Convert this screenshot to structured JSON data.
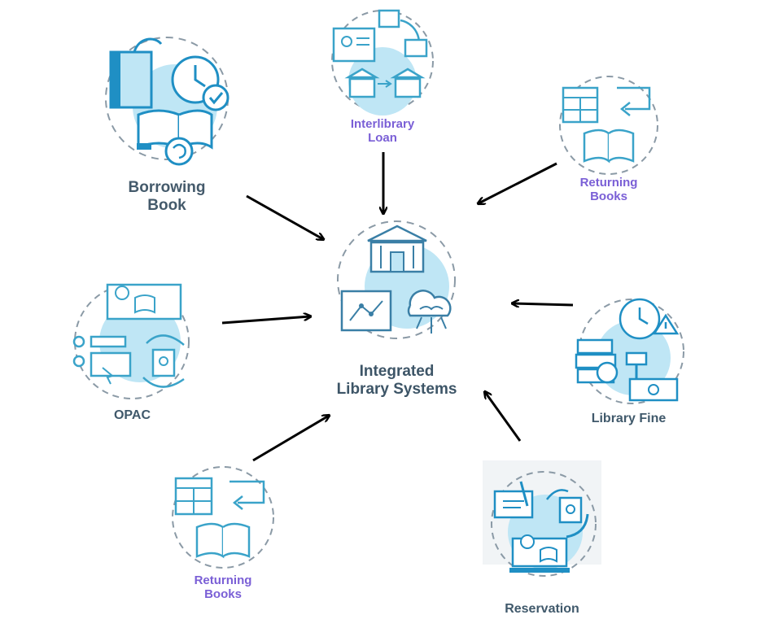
{
  "diagram": {
    "center": {
      "label": "Integrated\nLibrary Systems"
    },
    "nodes": [
      {
        "id": "borrowing-book",
        "label": "Borrowing\nBook"
      },
      {
        "id": "interlibrary-loan",
        "label": "Interlibrary\nLoan"
      },
      {
        "id": "returning-books-top",
        "label": "Returning\nBooks"
      },
      {
        "id": "opac",
        "label": "OPAC"
      },
      {
        "id": "library-fine",
        "label": "Library Fine"
      },
      {
        "id": "returning-books-bottom",
        "label": "Returning\nBooks"
      },
      {
        "id": "reservation",
        "label": "Reservation"
      }
    ],
    "colors": {
      "icon_stroke": "#3aa3c9",
      "icon_fill_light": "#bfe6f5",
      "icon_fill_dark": "#1f8fc4",
      "circle_dash": "#8b9aa6",
      "arrow": "#000000",
      "label_gray": "#445a6b",
      "label_purple": "#7a5fd6"
    }
  }
}
